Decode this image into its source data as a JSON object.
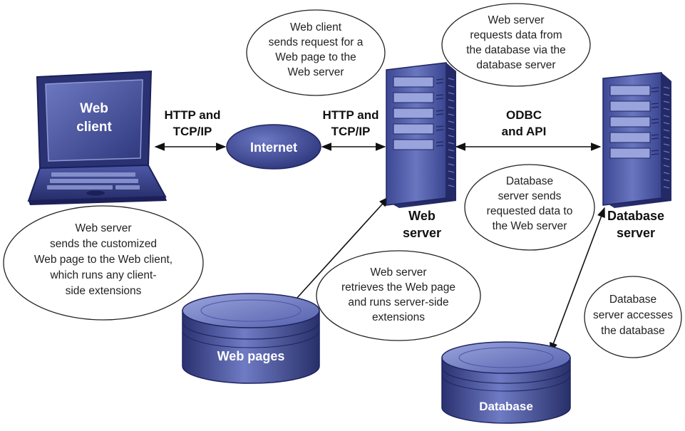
{
  "nodes": {
    "web_client": {
      "line1": "Web",
      "line2": "client"
    },
    "internet": "Internet",
    "web_server": {
      "line1": "Web",
      "line2": "server"
    },
    "database_server": {
      "line1": "Database",
      "line2": "server"
    },
    "web_pages": "Web pages",
    "database": "Database"
  },
  "connections": {
    "client_internet": {
      "line1": "HTTP and",
      "line2": "TCP/IP"
    },
    "internet_server": {
      "line1": "HTTP and",
      "line2": "TCP/IP"
    },
    "server_dbserver": {
      "line1": "ODBC",
      "line2": "and API"
    }
  },
  "bubbles": {
    "request": [
      "Web client",
      "sends request for a",
      "Web page to the",
      "Web server"
    ],
    "db_request": [
      "Web server",
      "requests data from",
      "the database via the",
      "database server"
    ],
    "db_sends": [
      "Database",
      "server sends",
      "requested data to",
      "the Web server"
    ],
    "customized": [
      "Web server",
      "sends the customized",
      "Web page to the Web client,",
      "which runs any client-",
      "side extensions"
    ],
    "retrieves": [
      "Web server",
      "retrieves the Web page",
      "and runs server-side",
      "extensions"
    ],
    "db_access": [
      "Database",
      "server accesses",
      "the database"
    ]
  },
  "colors": {
    "device_dark": "#2b3273",
    "device_mid": "#4a56a6",
    "device_light": "#8f9ad4",
    "cloud": "#3c4896"
  }
}
